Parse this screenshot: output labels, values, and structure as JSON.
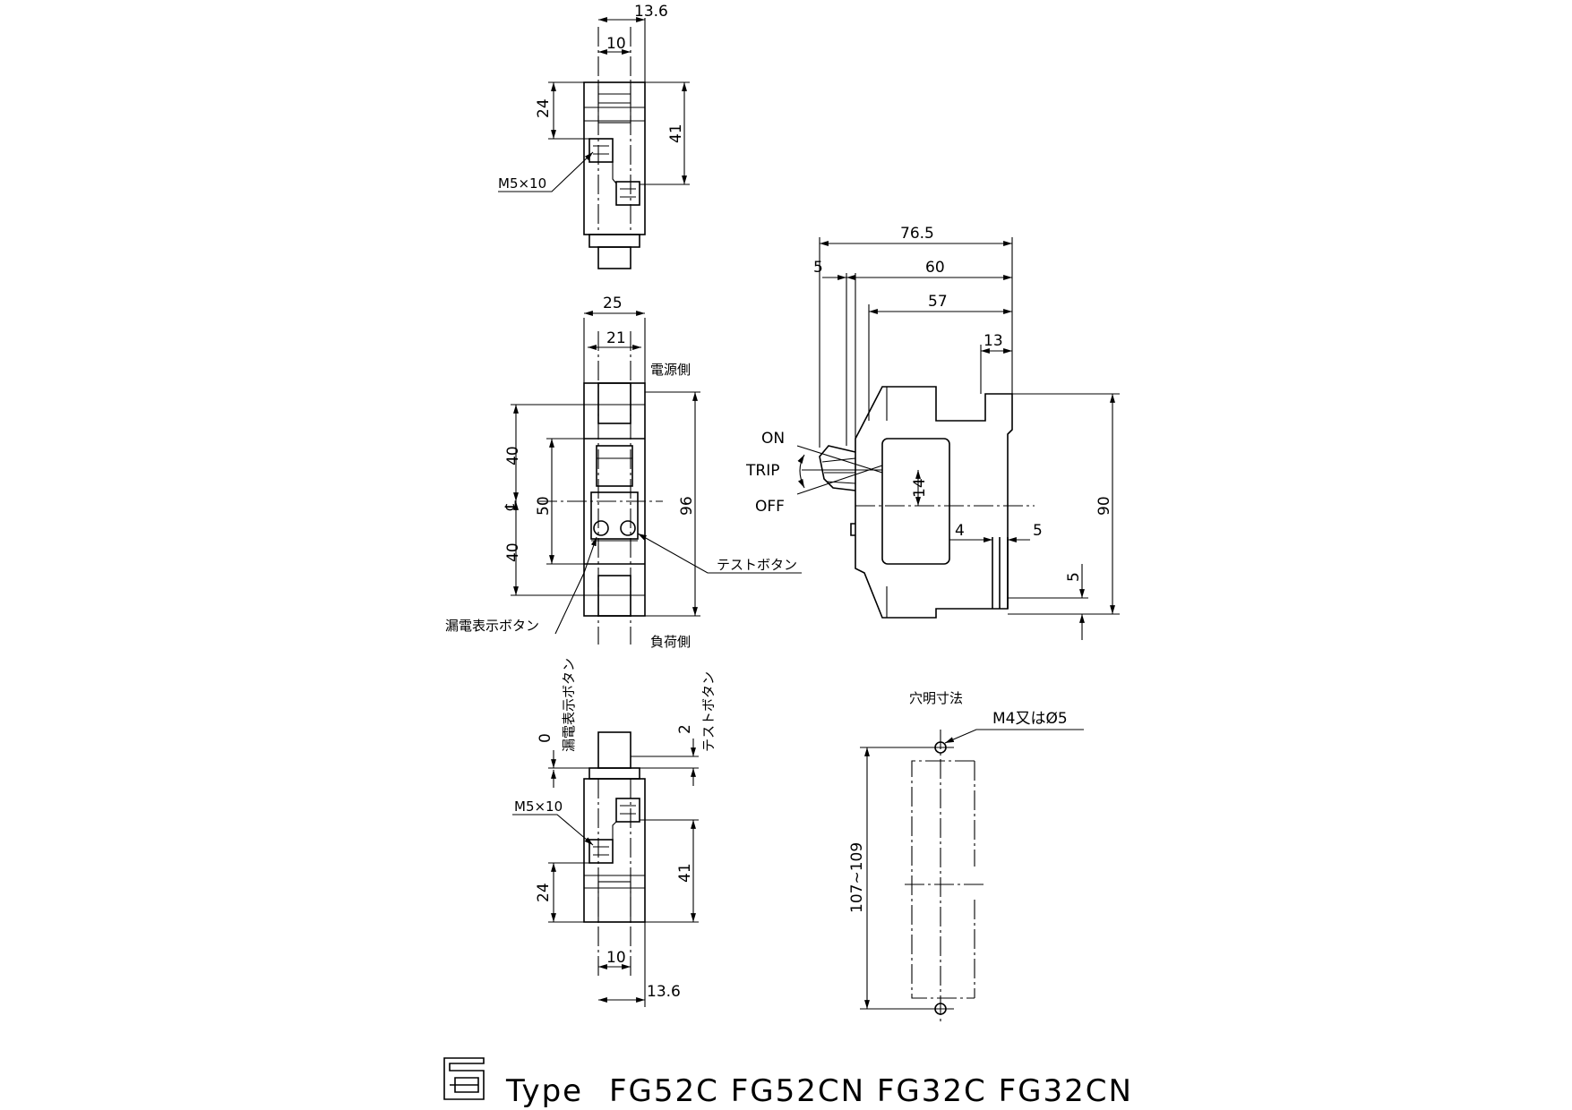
{
  "title": {
    "type_label": "Type",
    "models": "FG52C FG52CN FG32C FG32CN"
  },
  "top_view": {
    "dim_width_outer": "13.6",
    "dim_width_inner": "10",
    "dim_upper": "24",
    "dim_total": "41",
    "screw": "M5×10"
  },
  "front_view": {
    "dim_width_outer": "25",
    "dim_width_inner": "21",
    "dim_height": "96",
    "dim_upper": "40",
    "dim_lower": "40",
    "dim_middle": "50",
    "centerline": "℄",
    "line_side": "電源側",
    "load_side": "負荷側",
    "test_button": "テストボタン",
    "leak_button": "漏電表示ボタン"
  },
  "side_view": {
    "dim_total": "76.5",
    "dim_60": "60",
    "dim_5_top": "5",
    "dim_57": "57",
    "dim_13": "13",
    "dim_height": "90",
    "dim_14": "14",
    "dim_4": "4",
    "dim_5_right": "5",
    "dim_5_bottom": "5",
    "pos_on": "ON",
    "pos_trip": "TRIP",
    "pos_off": "OFF"
  },
  "bottom_view": {
    "dim_leak_offset": "0",
    "leak_button": "漏電表示ボタン",
    "dim_test_offset": "2",
    "test_button": "テストボタン",
    "screw": "M5×10",
    "dim_upper": "24",
    "dim_total": "41",
    "dim_width_inner": "10",
    "dim_width_outer": "13.6"
  },
  "mounting": {
    "heading": "穴明寸法",
    "hole_spec": "M4又はØ5",
    "dim_pitch": "107~109"
  }
}
